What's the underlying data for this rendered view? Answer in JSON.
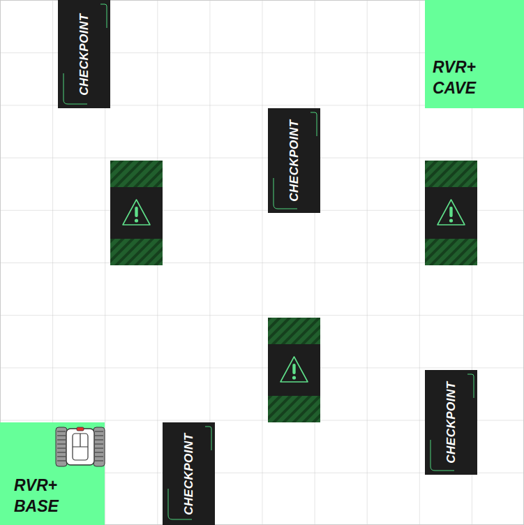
{
  "diagram": {
    "nodes": [
      {
        "text": [
          "CHECKPOINT"
        ]
      },
      {
        "text": [
          "RVR+ CAVE"
        ]
      },
      {
        "text": [
          "CHECKPOINT"
        ]
      },
      {
        "text": [
          "CHECKPOINT"
        ]
      },
      {
        "text": [
          "RVR+ BASE"
        ]
      },
      {
        "text": [
          "CHECKPOINT"
        ]
      }
    ]
  }
}
